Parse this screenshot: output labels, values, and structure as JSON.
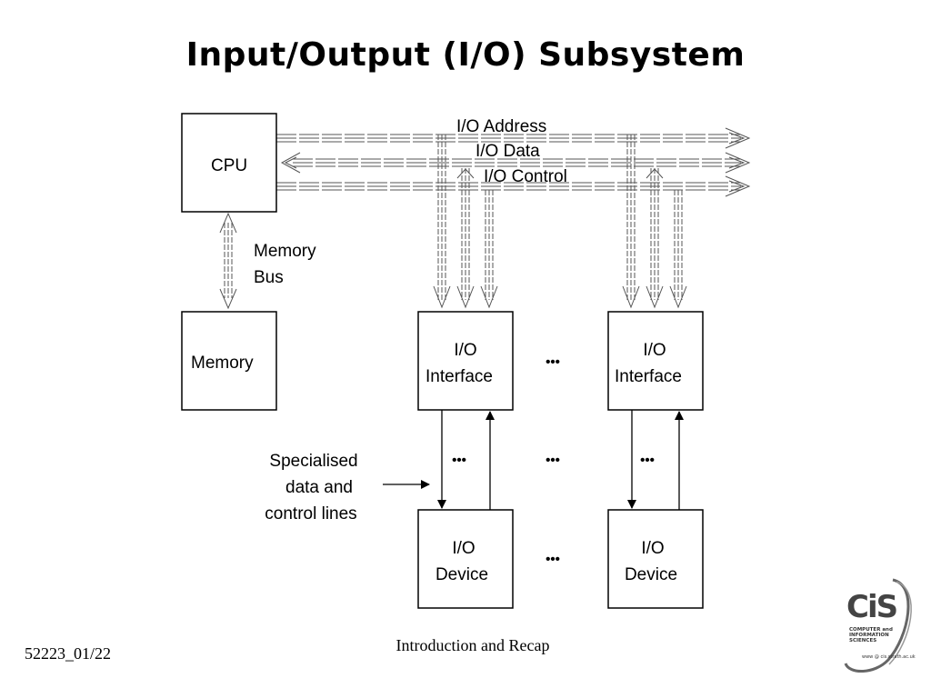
{
  "title": "Input/Output (I/O) Subsystem",
  "buses": {
    "address": "I/O Address",
    "data": "I/O Data",
    "control": "I/O Control"
  },
  "cpu": "CPU",
  "memory_bus": {
    "line1": "Memory",
    "line2": "Bus"
  },
  "memory": "Memory",
  "interface_1": {
    "line1": "I/O",
    "line2": "Interface"
  },
  "interface_2": {
    "line1": "I/O",
    "line2": "Interface"
  },
  "device_1": {
    "line1": "I/O",
    "line2": "Device"
  },
  "device_2": {
    "line1": "I/O",
    "line2": "Device"
  },
  "ellipsis": "•••",
  "specialised": {
    "line1": "Specialised",
    "line2": "data and",
    "line3": "control lines"
  },
  "footer": {
    "code": "52223_01/22",
    "course": "Introduction and Recap"
  },
  "logo": {
    "mark": "CiS",
    "line1": "COMPUTER and",
    "line2": "INFORMATION",
    "line3": "SCIENCES",
    "url": "www @ cis.strath.ac.uk"
  }
}
